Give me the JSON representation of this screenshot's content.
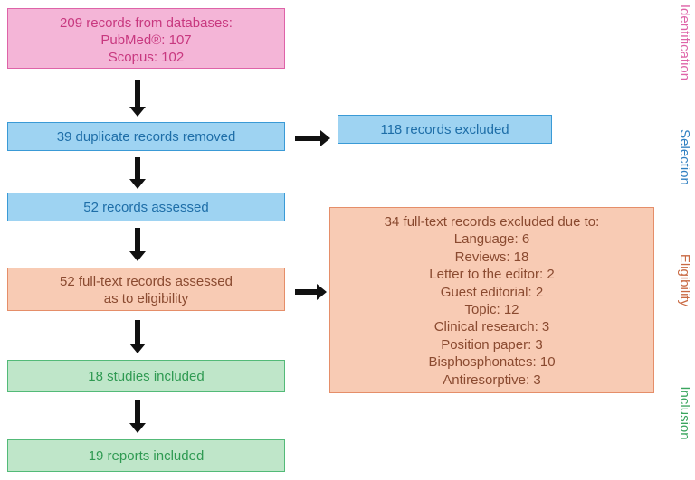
{
  "boxes": {
    "identification": {
      "lines": [
        "209 records from databases:",
        "PubMed®: 107",
        "Scopus: 102"
      ]
    },
    "duplicates": {
      "lines": [
        "39 duplicate records removed"
      ]
    },
    "excluded": {
      "lines": [
        "118 records excluded"
      ]
    },
    "assessed": {
      "lines": [
        "52 records assessed"
      ]
    },
    "fulltext": {
      "lines": [
        "52 full-text records assessed",
        "as to eligibility"
      ]
    },
    "fulltext_excluded": {
      "lines": [
        "34 full-text records excluded due to:",
        "Language: 6",
        "Reviews: 18",
        "Letter to the editor: 2",
        "Guest editorial: 2",
        "Topic: 12",
        "Clinical research: 3",
        "Position paper: 3",
        "Bisphosphonates: 10",
        "Antiresorptive: 3"
      ]
    },
    "studies": {
      "lines": [
        "18 studies included"
      ]
    },
    "reports": {
      "lines": [
        "19 reports included"
      ]
    }
  },
  "stages": {
    "identification": "Identification",
    "selection": "Selection",
    "eligibility": "Eligibility",
    "inclusion": "Inclusion"
  },
  "colors": {
    "identification": "#de63a8",
    "selection": "#2f7fc1",
    "eligibility": "#c96a43",
    "inclusion": "#3aa55e",
    "arrow": "#111111"
  }
}
